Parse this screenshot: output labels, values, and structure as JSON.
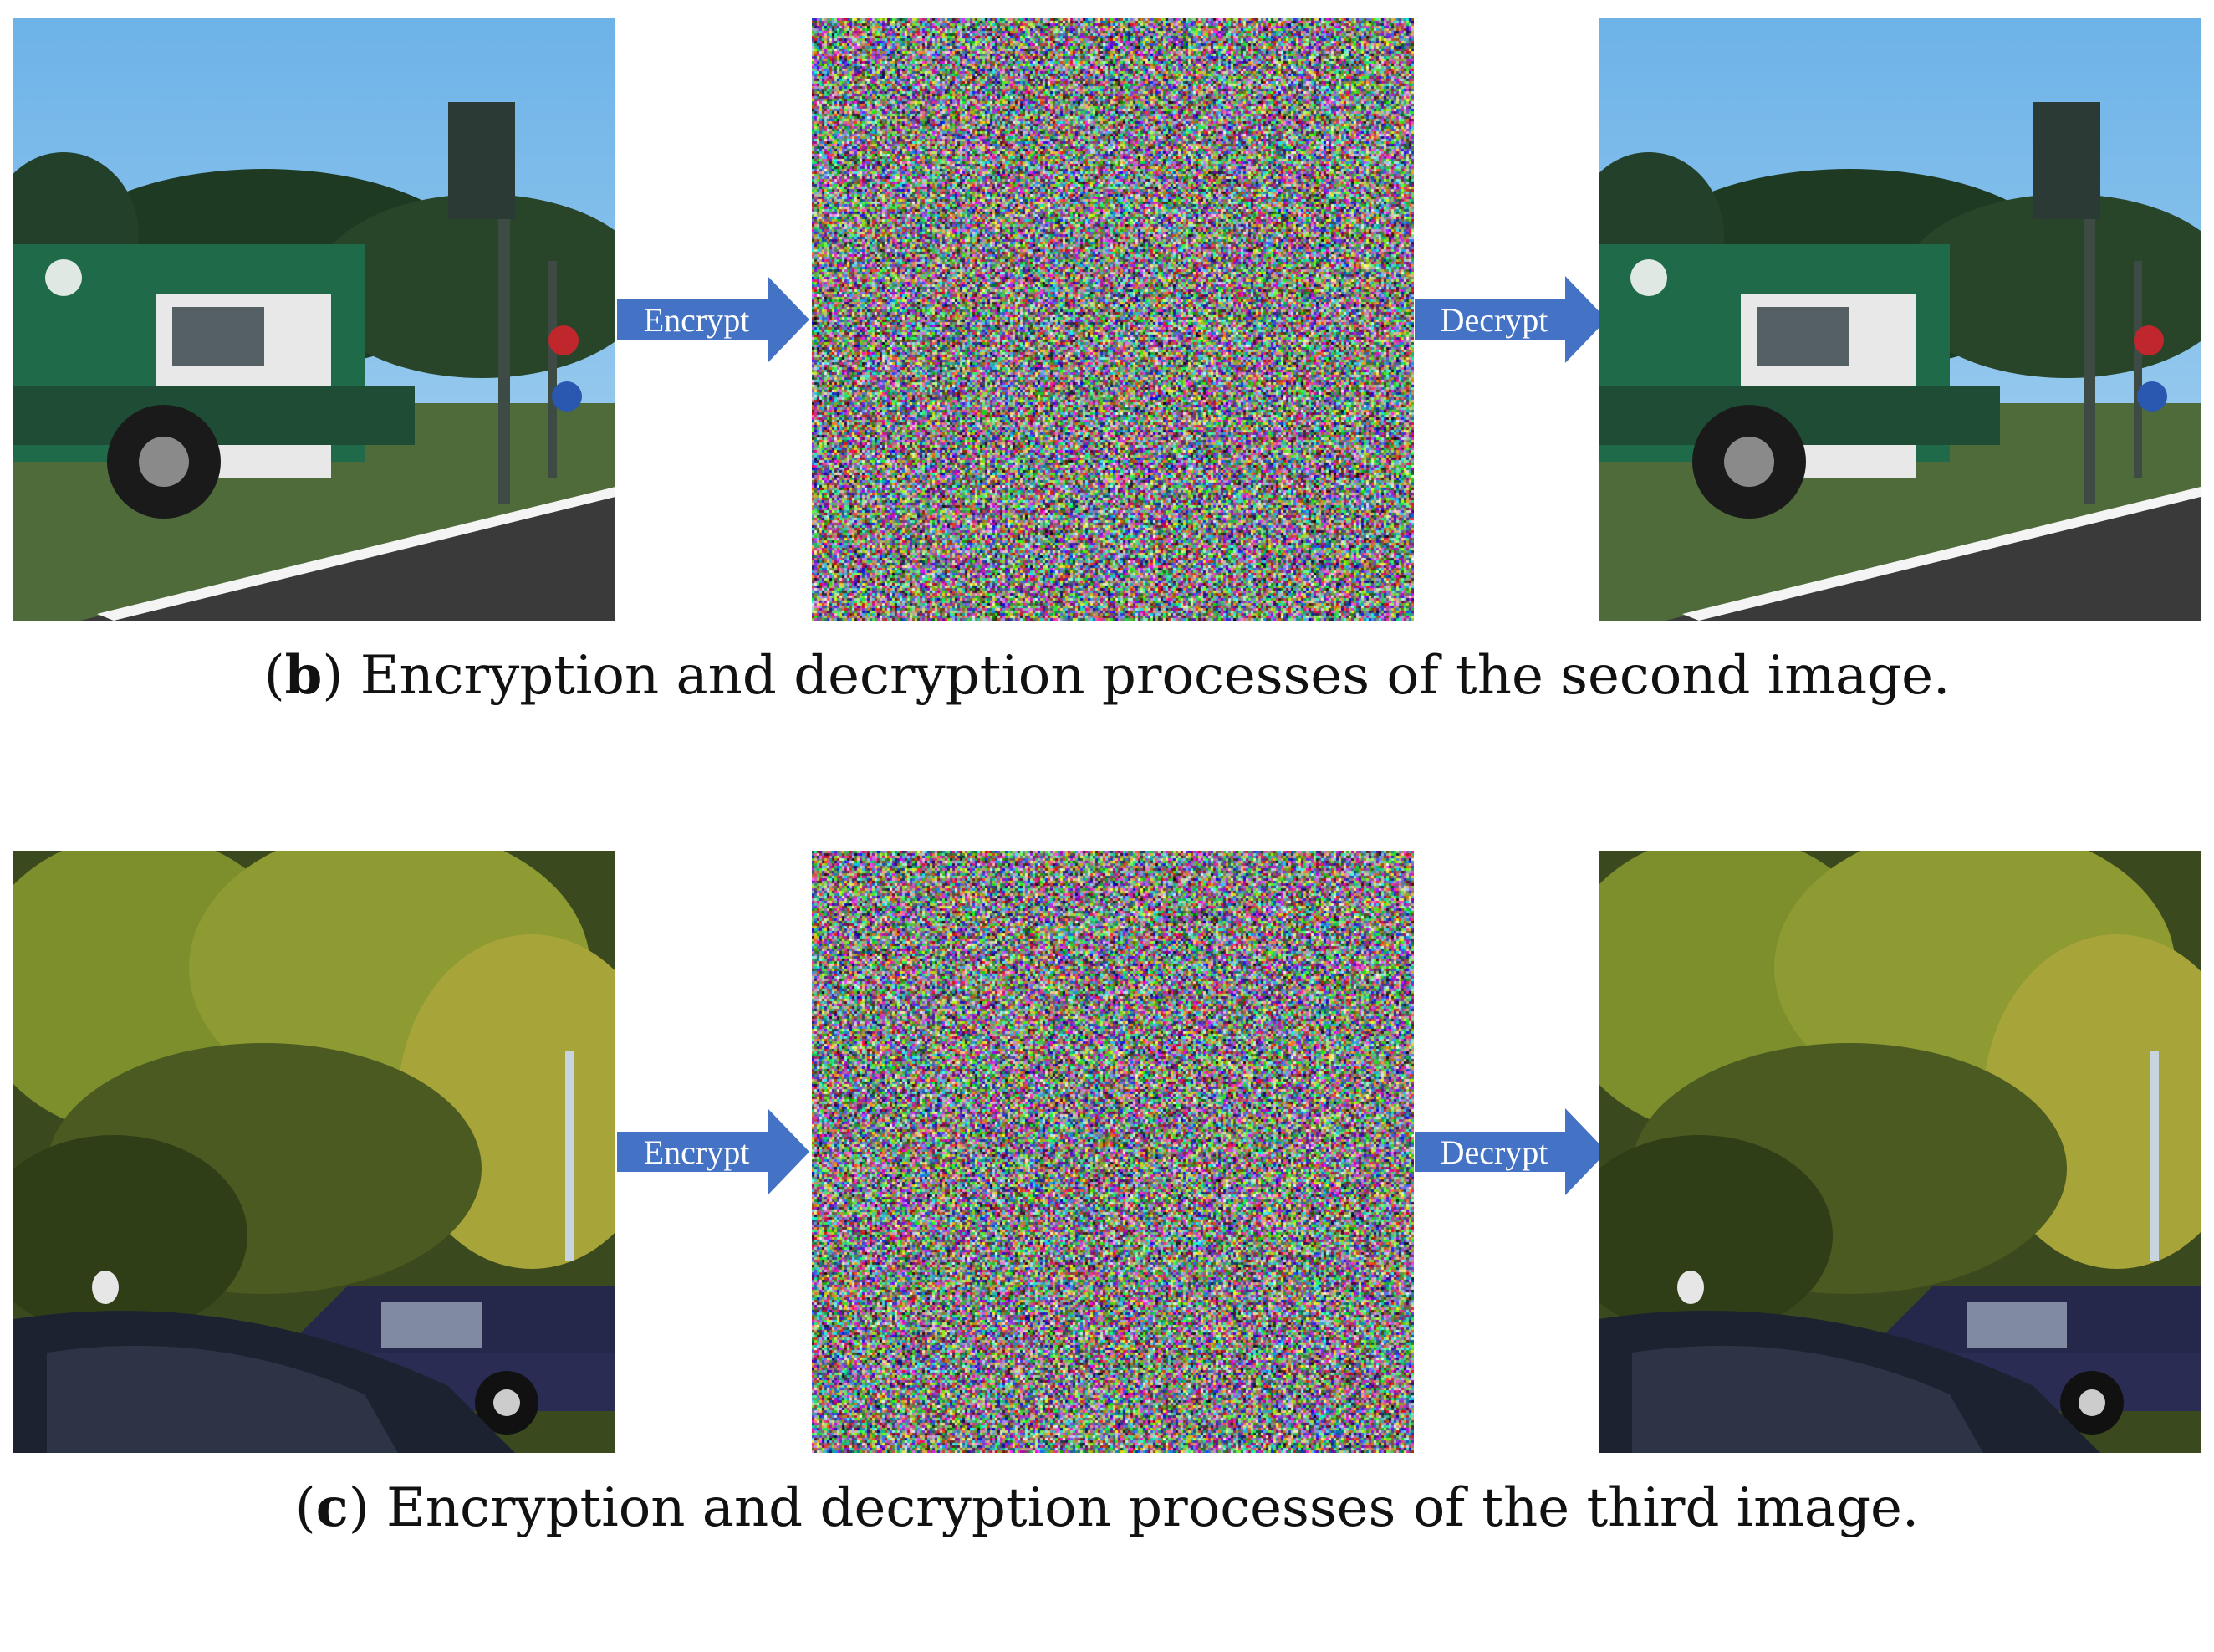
{
  "arrows": {
    "encrypt_label": "Encrypt",
    "decrypt_label": "Decrypt",
    "color": "#4472C4"
  },
  "rows": [
    {
      "id": "b",
      "caption_open": "(",
      "caption_letter": "b",
      "caption_text": ") Encryption and decryption processes of the second image."
    },
    {
      "id": "c",
      "caption_open": "(",
      "caption_letter": "c",
      "caption_text": ") Encryption and decryption processes of the third image."
    }
  ]
}
